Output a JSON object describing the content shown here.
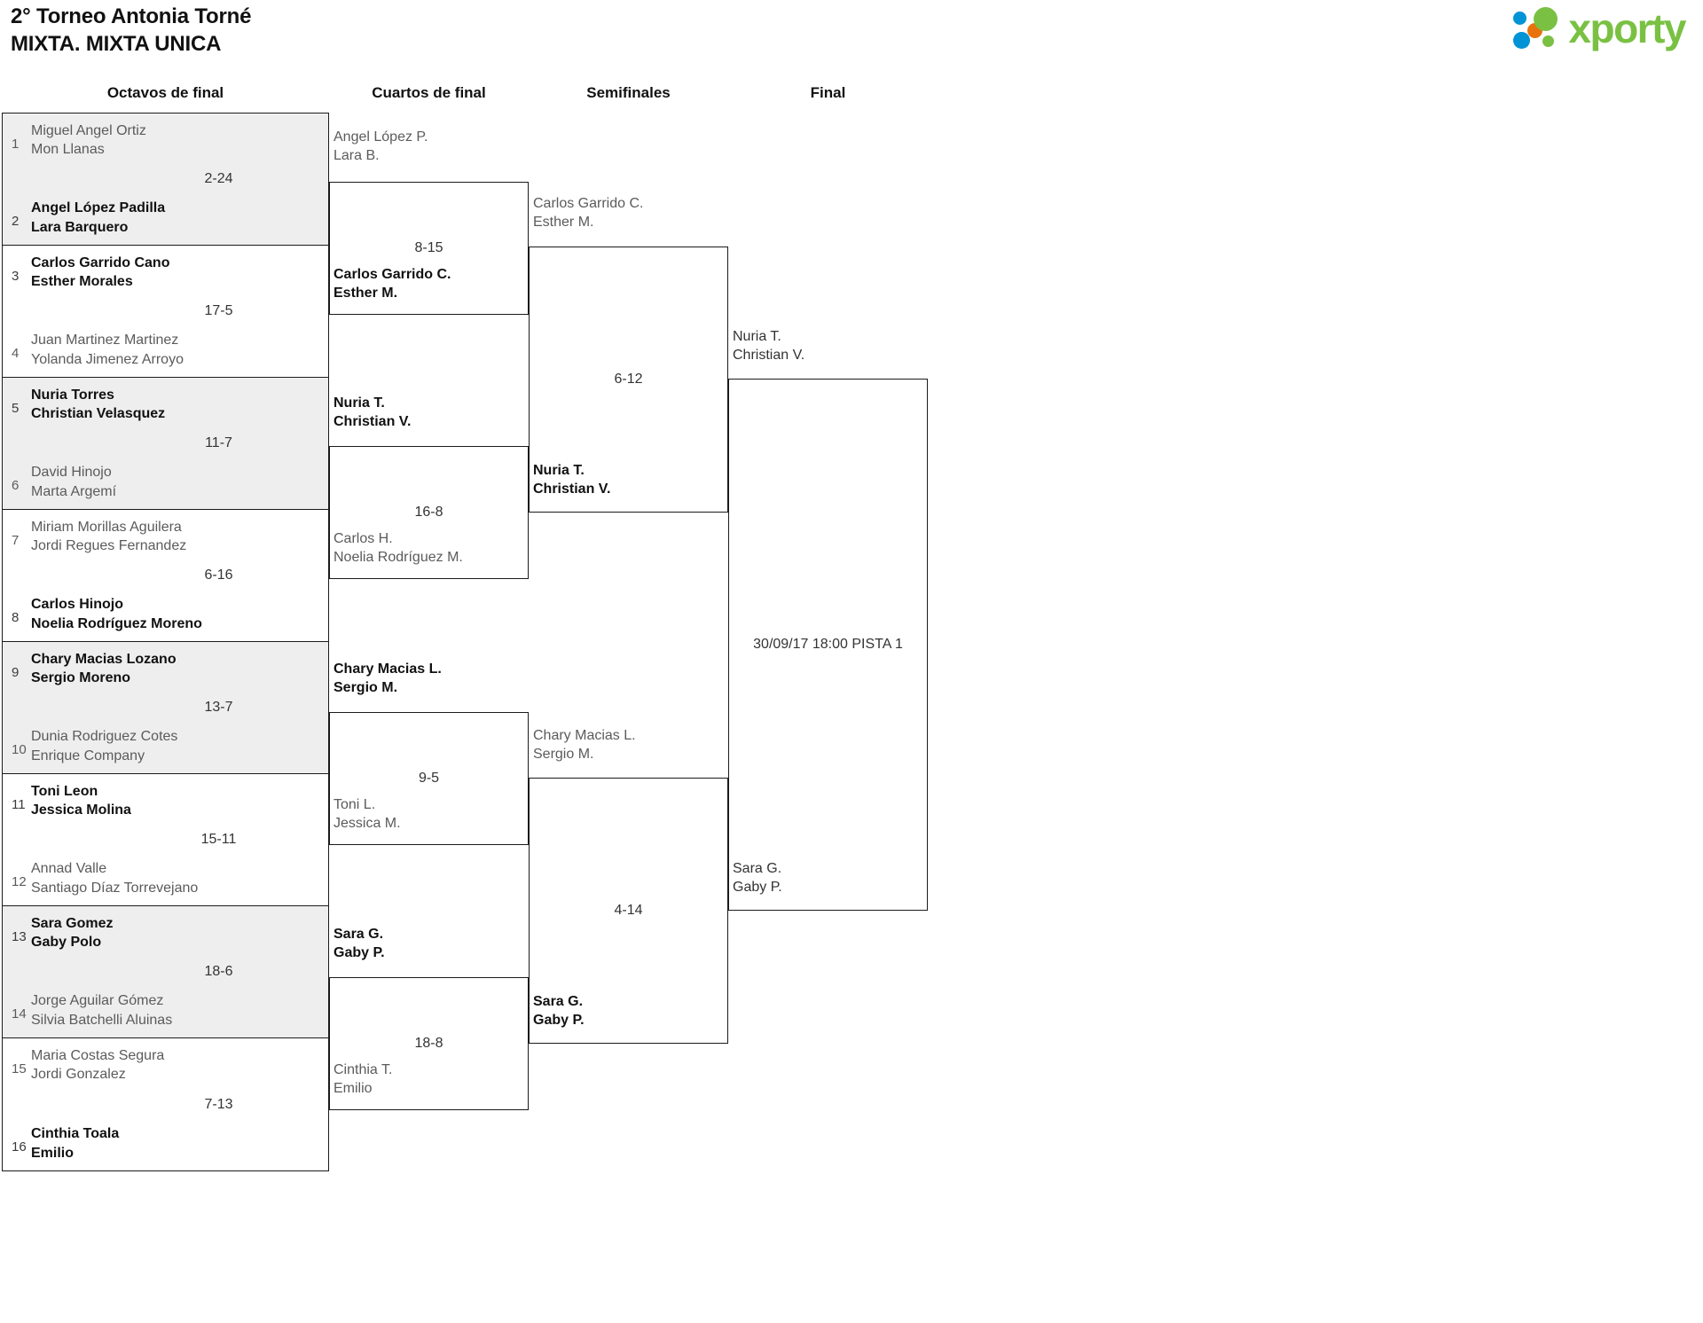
{
  "header": {
    "title": "2° Torneo Antonia Torné",
    "subtitle": "MIXTA. MIXTA UNICA",
    "logo": {
      "wordmark": "xporty",
      "green": "#7ac143",
      "blue": "#0093d5",
      "orange": "#e8720c"
    }
  },
  "rounds": [
    {
      "label": "Octavos de final"
    },
    {
      "label": "Cuartos de final"
    },
    {
      "label": "Semifinales"
    },
    {
      "label": "Final"
    }
  ],
  "r16": [
    {
      "score": "2-24",
      "top": {
        "seed": "1",
        "p1": "Miguel Angel Ortiz",
        "p2": "Mon Llanas",
        "result": "loser"
      },
      "bottom": {
        "seed": "2",
        "p1": "Angel López Padilla",
        "p2": "Lara Barquero",
        "result": "winner"
      }
    },
    {
      "score": "17-5",
      "top": {
        "seed": "3",
        "p1": "Carlos Garrido Cano",
        "p2": "Esther Morales",
        "result": "winner"
      },
      "bottom": {
        "seed": "4",
        "p1": "Juan Martinez Martinez",
        "p2": "Yolanda Jimenez Arroyo",
        "result": "loser"
      }
    },
    {
      "score": "11-7",
      "top": {
        "seed": "5",
        "p1": "Nuria Torres",
        "p2": "Christian Velasquez",
        "result": "winner"
      },
      "bottom": {
        "seed": "6",
        "p1": "David Hinojo",
        "p2": "Marta Argemí",
        "result": "loser"
      }
    },
    {
      "score": "6-16",
      "top": {
        "seed": "7",
        "p1": "Miriam Morillas Aguilera",
        "p2": "Jordi Regues Fernandez",
        "result": "loser"
      },
      "bottom": {
        "seed": "8",
        "p1": "Carlos Hinojo",
        "p2": "Noelia Rodríguez Moreno",
        "result": "winner"
      }
    },
    {
      "score": "13-7",
      "top": {
        "seed": "9",
        "p1": "Chary Macias Lozano",
        "p2": "Sergio Moreno",
        "result": "winner"
      },
      "bottom": {
        "seed": "10",
        "p1": "Dunia Rodriguez Cotes",
        "p2": "Enrique Company",
        "result": "loser"
      }
    },
    {
      "score": "15-11",
      "top": {
        "seed": "11",
        "p1": "Toni Leon",
        "p2": "Jessica Molina",
        "result": "winner"
      },
      "bottom": {
        "seed": "12",
        "p1": "Annad Valle",
        "p2": "Santiago Díaz Torrevejano",
        "result": "loser"
      }
    },
    {
      "score": "18-6",
      "top": {
        "seed": "13",
        "p1": "Sara Gomez",
        "p2": "Gaby Polo",
        "result": "winner"
      },
      "bottom": {
        "seed": "14",
        "p1": "Jorge Aguilar Gómez",
        "p2": "Silvia Batchelli Aluinas",
        "result": "loser"
      }
    },
    {
      "score": "7-13",
      "top": {
        "seed": "15",
        "p1": "Maria Costas Segura",
        "p2": "Jordi Gonzalez",
        "result": "loser"
      },
      "bottom": {
        "seed": "16",
        "p1": "Cinthia Toala",
        "p2": "Emilio",
        "result": "winner"
      }
    }
  ],
  "qf": [
    {
      "score": "8-15",
      "top": {
        "p1": "Angel López P.",
        "p2": "Lara B.",
        "result": "loser"
      },
      "bottom": {
        "p1": "Carlos Garrido C.",
        "p2": "Esther M.",
        "result": "winner"
      }
    },
    {
      "score": "16-8",
      "top": {
        "p1": "Nuria T.",
        "p2": "Christian V.",
        "result": "winner"
      },
      "bottom": {
        "p1": "Carlos H.",
        "p2": "Noelia Rodríguez M.",
        "result": "loser"
      }
    },
    {
      "score": "9-5",
      "top": {
        "p1": "Chary Macias L.",
        "p2": "Sergio M.",
        "result": "winner"
      },
      "bottom": {
        "p1": "Toni L.",
        "p2": "Jessica M.",
        "result": "loser"
      }
    },
    {
      "score": "18-8",
      "top": {
        "p1": "Sara G.",
        "p2": "Gaby P.",
        "result": "winner"
      },
      "bottom": {
        "p1": "Cinthia T.",
        "p2": "Emilio",
        "result": "loser"
      }
    }
  ],
  "sf": [
    {
      "score": "6-12",
      "top": {
        "p1": "Carlos Garrido C.",
        "p2": "Esther M.",
        "result": "loser"
      },
      "bottom": {
        "p1": "Nuria T.",
        "p2": "Christian V.",
        "result": "winner"
      }
    },
    {
      "score": "4-14",
      "top": {
        "p1": "Chary Macias L.",
        "p2": "Sergio M.",
        "result": "loser"
      },
      "bottom": {
        "p1": "Sara G.",
        "p2": "Gaby P.",
        "result": "winner"
      }
    }
  ],
  "final": {
    "info": "30/09/17 18:00 PISTA 1",
    "top": {
      "p1": "Nuria T.",
      "p2": "Christian V.",
      "result": "pending"
    },
    "bottom": {
      "p1": "Sara G.",
      "p2": "Gaby P.",
      "result": "pending"
    }
  }
}
